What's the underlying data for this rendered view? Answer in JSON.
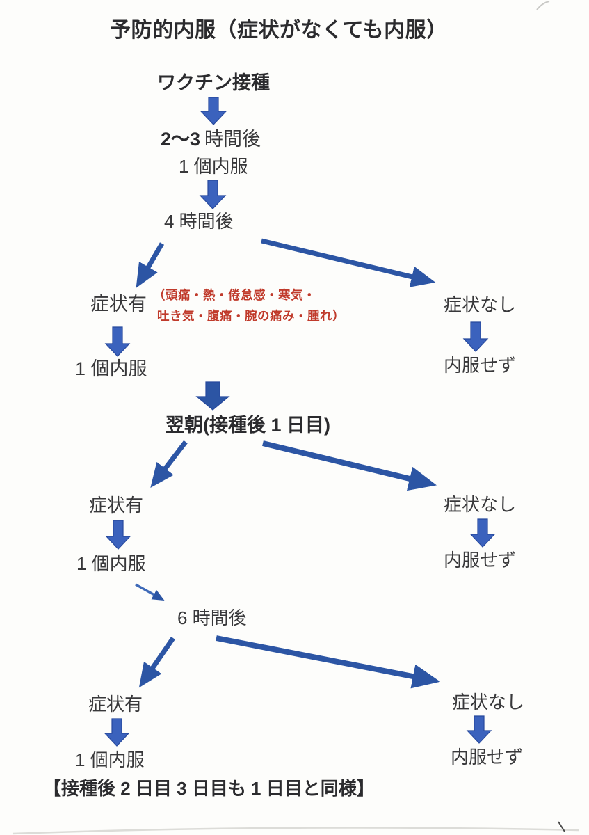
{
  "title": "予防的内服（症状がなくても内服）",
  "colors": {
    "arrow_blue": "#2c55a4",
    "block_blue": "#3b62bd",
    "block_blue_edge": "#27499d",
    "thin_blue": "#3f6ab8",
    "alert_red": "#c03a2b",
    "ink": "#38383a",
    "ink_bold": "#2b2b2e"
  },
  "flow": {
    "start": "ワクチン接種",
    "time_after_vaccine_strong": "2～3",
    "time_after_vaccine_rest": "時間後",
    "first_dose": "1 個内服",
    "time_check_1": "4 時間後",
    "symptom_examples_line1": "（頭痛・熱・倦怠感・寒気・",
    "symptom_examples_line2": "吐き気・腹痛・腕の痛み・腫れ）",
    "next_morning": "翌朝(接種後 1 日目)",
    "time_check_2": "6 時間後",
    "footer_note": "【接種後 2 日目 3 日目も 1 日目と同様】"
  },
  "branches": [
    {
      "yes": "症状有",
      "yes_action": "1 個内服",
      "no": "症状なし",
      "no_action": "内服せず"
    },
    {
      "yes": "症状有",
      "yes_action": "1 個内服",
      "no": "症状なし",
      "no_action": "内服せず"
    },
    {
      "yes": "症状有",
      "yes_action": "1 個内服",
      "no": "症状なし",
      "no_action": "内服せず"
    }
  ]
}
